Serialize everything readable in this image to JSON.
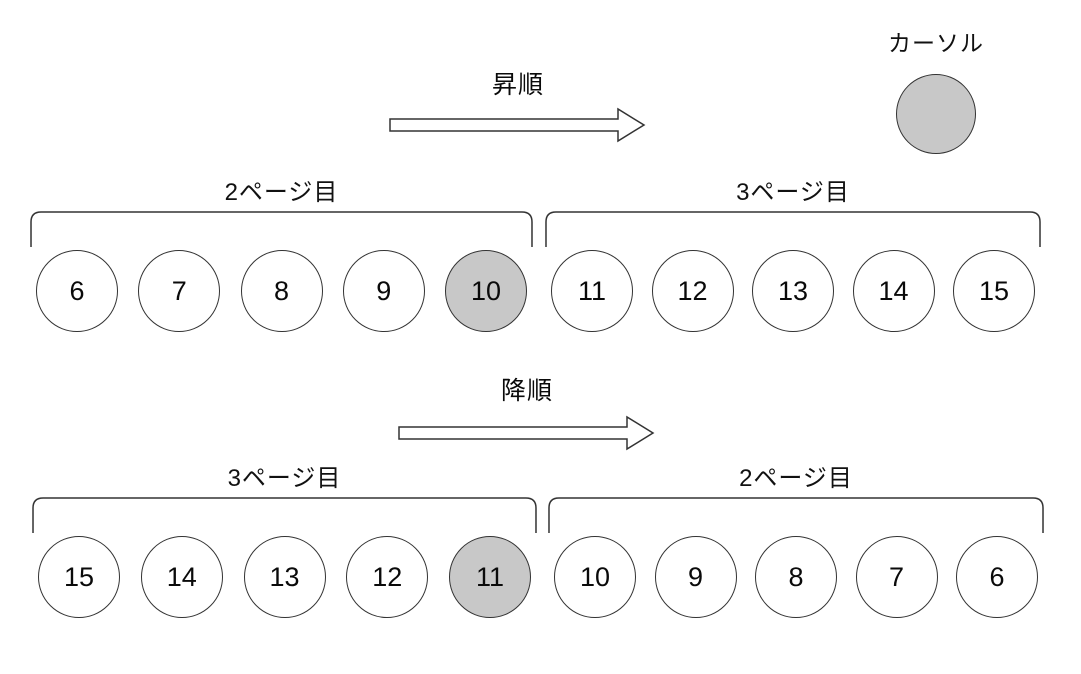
{
  "legend": {
    "label": "カーソル"
  },
  "colors": {
    "cursor_fill": "#c8c8c8",
    "line": "#333333"
  },
  "sections": [
    {
      "direction_label": "昇順",
      "groups": [
        {
          "page_label": "2ページ目",
          "items": [
            {
              "value": "6"
            },
            {
              "value": "7"
            },
            {
              "value": "8"
            },
            {
              "value": "9"
            },
            {
              "value": "10",
              "cursor": true
            }
          ]
        },
        {
          "page_label": "3ページ目",
          "items": [
            {
              "value": "11"
            },
            {
              "value": "12"
            },
            {
              "value": "13"
            },
            {
              "value": "14"
            },
            {
              "value": "15"
            }
          ]
        }
      ]
    },
    {
      "direction_label": "降順",
      "groups": [
        {
          "page_label": "3ページ目",
          "items": [
            {
              "value": "15"
            },
            {
              "value": "14"
            },
            {
              "value": "13"
            },
            {
              "value": "12"
            },
            {
              "value": "11",
              "cursor": true
            }
          ]
        },
        {
          "page_label": "2ページ目",
          "items": [
            {
              "value": "10"
            },
            {
              "value": "9"
            },
            {
              "value": "8"
            },
            {
              "value": "7"
            },
            {
              "value": "6"
            }
          ]
        }
      ]
    }
  ]
}
